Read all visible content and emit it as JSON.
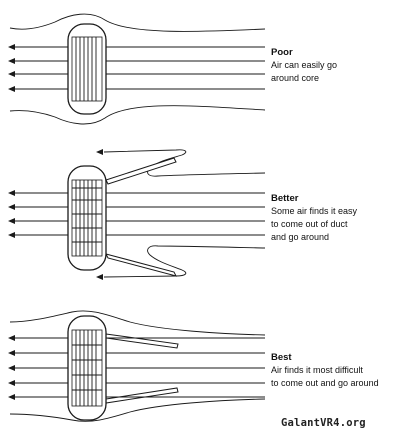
{
  "panels": [
    {
      "title": "Poor",
      "caption": [
        "Air can easily go",
        "around core"
      ]
    },
    {
      "title": "Better",
      "caption": [
        "Some air finds it easy",
        "to come out of duct",
        "and go around"
      ]
    },
    {
      "title": "Best",
      "caption": [
        "Air finds it most difficult",
        "to come out and go around"
      ]
    }
  ],
  "watermark": "GalantVR4.org"
}
